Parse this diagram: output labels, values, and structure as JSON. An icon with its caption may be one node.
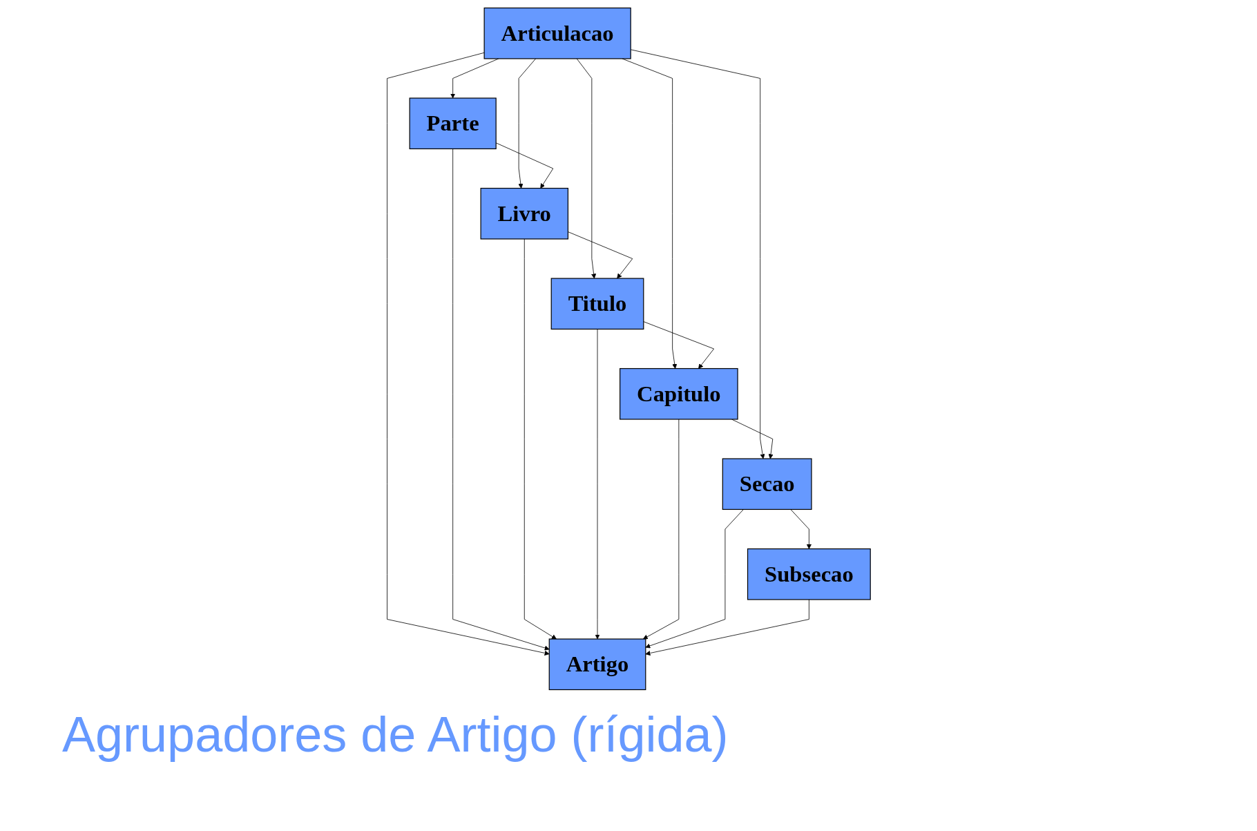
{
  "diagram": {
    "title": "Agrupadores de Artigo (rígida)",
    "nodes": [
      {
        "text": [
          "Articulacao"
        ]
      },
      {
        "text": [
          "Artigo"
        ]
      },
      {
        "text": [
          "Parte"
        ]
      },
      {
        "text": [
          "Livro"
        ]
      },
      {
        "text": [
          "Titulo"
        ]
      },
      {
        "text": [
          "Capitulo"
        ]
      },
      {
        "text": [
          "Secao"
        ]
      },
      {
        "text": [
          "Subsecao"
        ]
      }
    ],
    "edges": [
      {
        "from": 0,
        "to": 1,
        "arrow": "to"
      },
      {
        "from": 0,
        "to": 2,
        "arrow": "to"
      },
      {
        "from": 0,
        "to": 3,
        "arrow": "to"
      },
      {
        "from": 0,
        "to": 4,
        "arrow": "to"
      },
      {
        "from": 0,
        "to": 5,
        "arrow": "to"
      },
      {
        "from": 0,
        "to": 6,
        "arrow": "to"
      },
      {
        "from": 2,
        "to": 3,
        "arrow": "to"
      },
      {
        "from": 3,
        "to": 4,
        "arrow": "to"
      },
      {
        "from": 4,
        "to": 5,
        "arrow": "to"
      },
      {
        "from": 5,
        "to": 6,
        "arrow": "to"
      },
      {
        "from": 6,
        "to": 7,
        "arrow": "to"
      },
      {
        "from": 2,
        "to": 1,
        "arrow": "to"
      },
      {
        "from": 3,
        "to": 1,
        "arrow": "to"
      },
      {
        "from": 4,
        "to": 1,
        "arrow": "to"
      },
      {
        "from": 5,
        "to": 1,
        "arrow": "to"
      },
      {
        "from": 6,
        "to": 1,
        "arrow": "to"
      },
      {
        "from": 7,
        "to": 1,
        "arrow": "to"
      }
    ]
  }
}
